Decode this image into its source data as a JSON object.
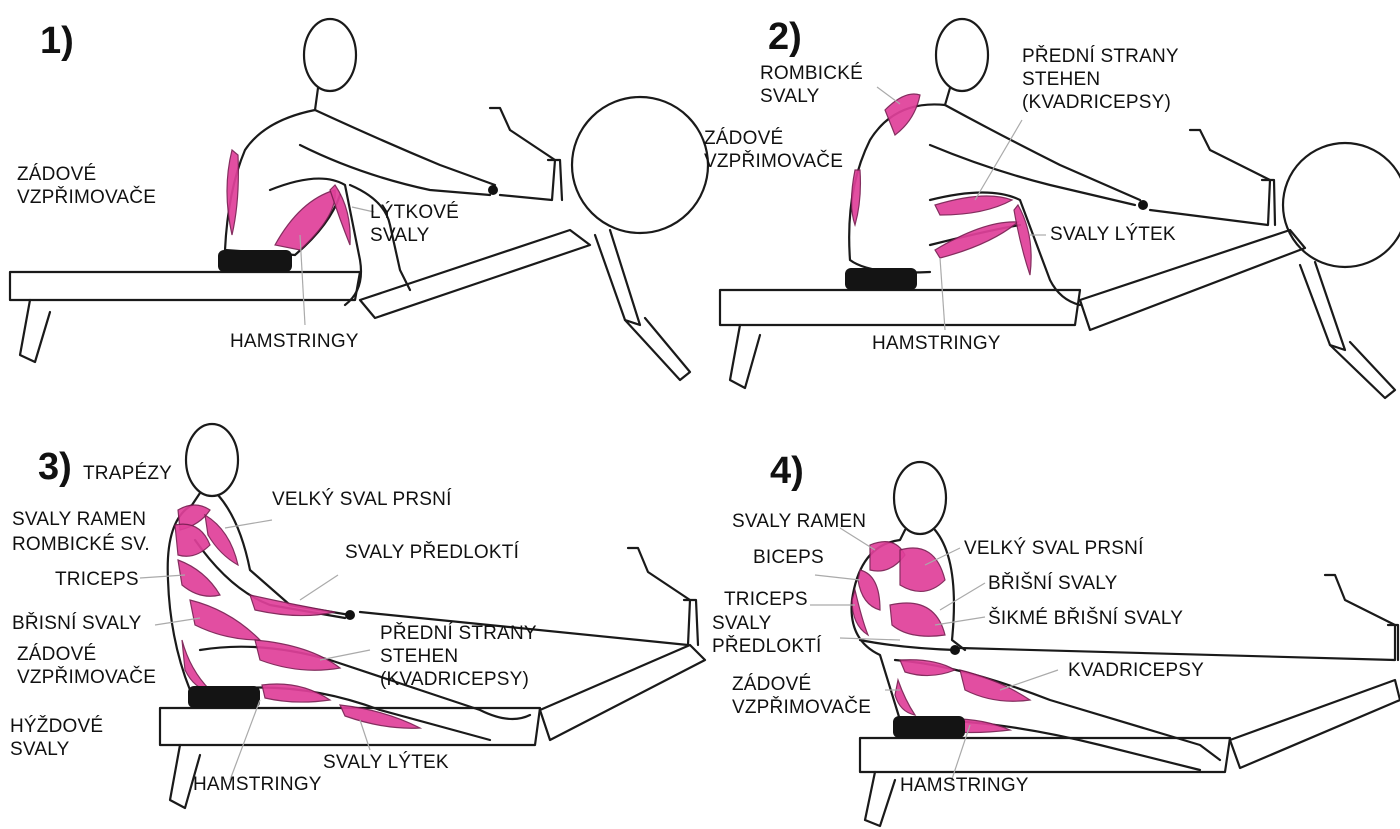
{
  "panels": [
    {
      "number": "1)",
      "labels": {
        "erectors_line1": "ZÁDOVÉ",
        "erectors_line2": "VZPŘIMOVAČE",
        "calves_line1": "LÝTKOVÉ",
        "calves_line2": "SVALY",
        "hamstrings": "HAMSTRINGY"
      }
    },
    {
      "number": "2)",
      "labels": {
        "rhomboids_line1": "ROMBICKÉ",
        "rhomboids_line2": "SVALY",
        "quads_line1": "PŘEDNÍ STRANY",
        "quads_line2": "STEHEN",
        "quads_line3": "(KVADRICEPSY)",
        "erectors_line1": "ZÁDOVÉ",
        "erectors_line2": "VZPŘIMOVAČE",
        "calves": "SVALY LÝTEK",
        "hamstrings": "HAMSTRINGY"
      }
    },
    {
      "number": "3)",
      "labels": {
        "trapezius": "TRAPÉZY",
        "pectoral": "VELKÝ SVAL PRSNÍ",
        "shoulders": "SVALY RAMEN",
        "rhomboids": "ROMBICKÉ SV.",
        "forearms": "SVALY PŘEDLOKTÍ",
        "triceps": "TRICEPS",
        "abs": "BŘISNÍ SVALY",
        "quads_line1": "PŘEDNÍ STRANY",
        "quads_line2": "STEHEN",
        "quads_line3": "(KVADRICEPSY)",
        "erectors_line1": "ZÁDOVÉ",
        "erectors_line2": "VZPŘIMOVAČE",
        "glutes_line1": "HÝŽDOVÉ",
        "glutes_line2": "SVALY",
        "calves": "SVALY LÝTEK",
        "hamstrings": "HAMSTRINGY"
      }
    },
    {
      "number": "4)",
      "labels": {
        "shoulders": "SVALY RAMEN",
        "pectoral": "VELKÝ SVAL PRSNÍ",
        "biceps": "BICEPS",
        "abs": "BŘIŠNÍ SVALY",
        "triceps": "TRICEPS",
        "obliques": "ŠIKMÉ BŘIŠNÍ SVALY",
        "forearms_line1": "SVALY",
        "forearms_line2": "PŘEDLOKTÍ",
        "quads": "KVADRICEPSY",
        "erectors_line1": "ZÁDOVÉ",
        "erectors_line2": "VZPŘIMOVAČE",
        "hamstrings": "HAMSTRINGY"
      }
    }
  ],
  "colors": {
    "muscle": "#e0409a",
    "outline": "#1a1a1a",
    "seat": "#141414"
  }
}
